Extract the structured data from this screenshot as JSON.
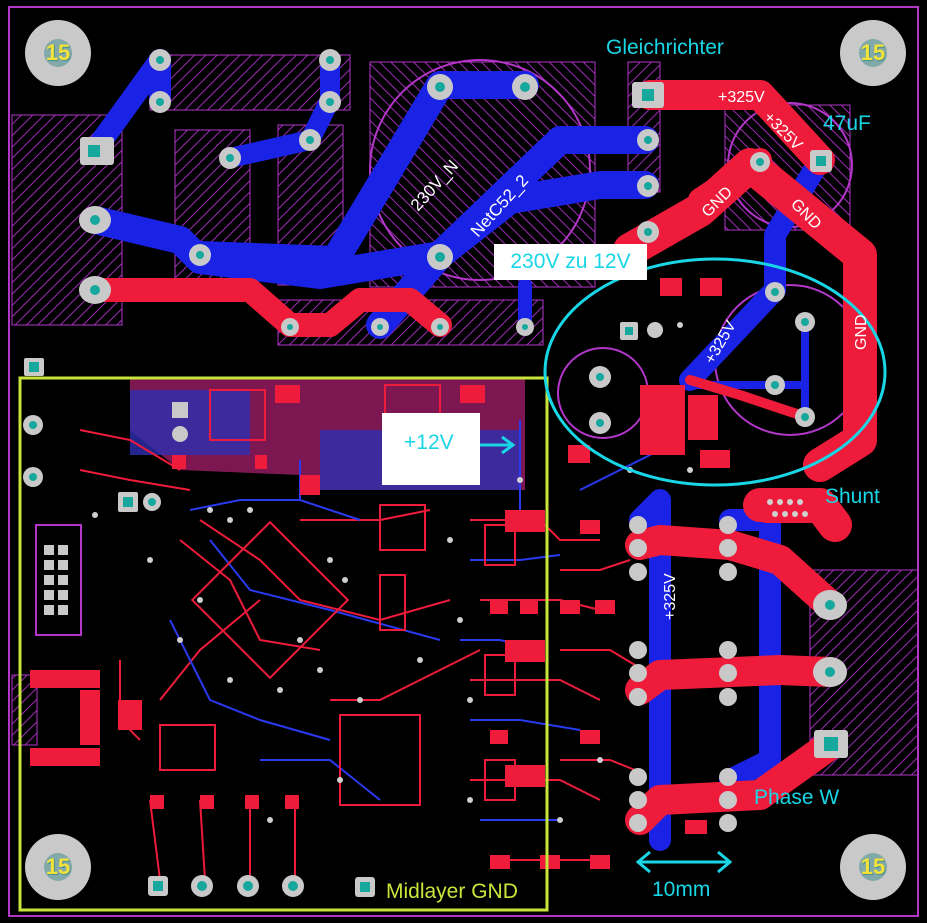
{
  "labels": {
    "rectifier": "Gleichrichter",
    "cap": "47uF",
    "converter": "230V zu 12V",
    "rail12": "+12V",
    "shunt": "Shunt",
    "phase": "Phase W",
    "scale": "10mm",
    "midlayer": "Midlayer GND"
  },
  "net_labels": {
    "v325_a": "+325V",
    "v325_b": "+325V",
    "v325_c": "+325V",
    "v325_d": "+325V",
    "gnd_a": "GND",
    "gnd_b": "GND",
    "gnd_c": "GND",
    "n230": "230V_N",
    "netc52": "NetC52_2"
  },
  "mounting_holes": [
    "15",
    "15",
    "15",
    "15"
  ],
  "colors": {
    "top_copper": "#ee1c3a",
    "bottom_copper": "#1a22e6",
    "silkscreen": "#b236c8",
    "board_outline": "#c8e63a",
    "annotation": "#19d6e6"
  }
}
